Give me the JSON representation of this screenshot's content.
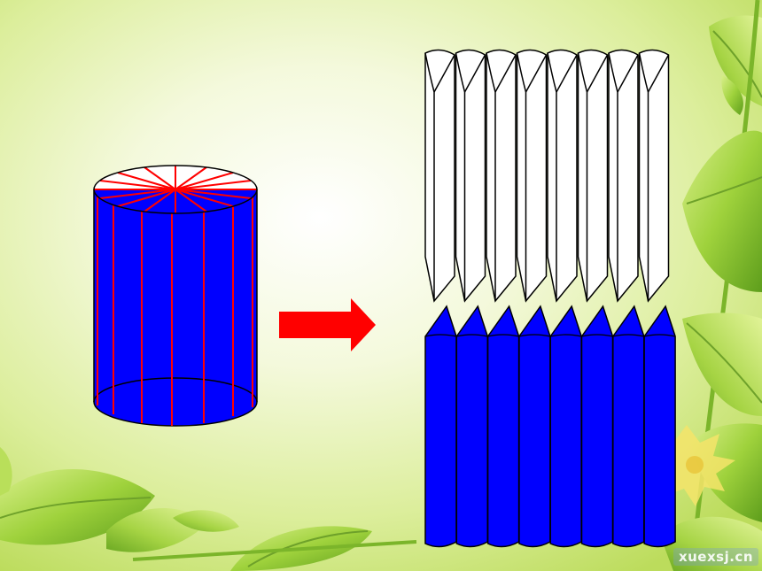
{
  "slide": {
    "watermark": "xuexsj.cn"
  },
  "colors": {
    "cylinder_body": "#0000ff",
    "cut_lines": "#ff0000",
    "arrow": "#ff0000",
    "top_pieces": "#ffffff",
    "outline": "#000000",
    "leaf_green": "#8cc63f",
    "background_light": "#f3f8d6"
  },
  "diagram": {
    "cylinder_sections": 16,
    "rearranged_pieces": 8
  }
}
